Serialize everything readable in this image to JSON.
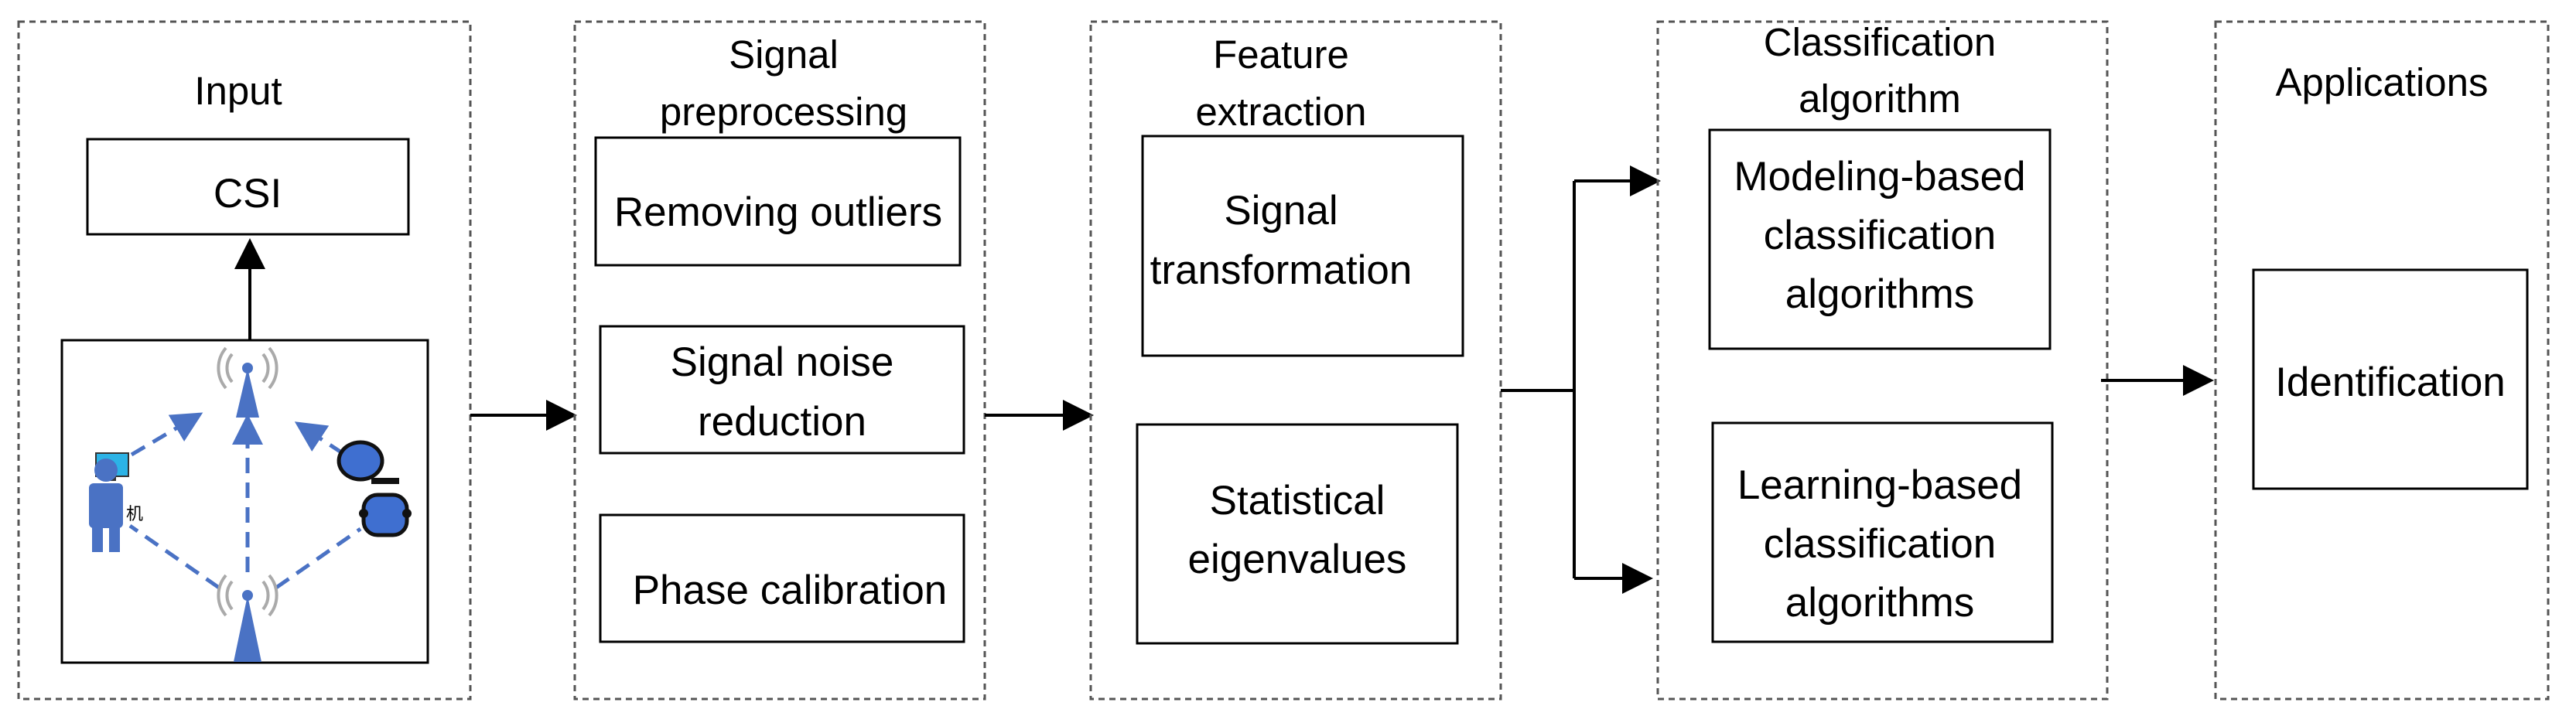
{
  "stages": [
    {
      "title_lines": [
        "Input"
      ],
      "boxes": [
        {
          "lines": [
            "CSI"
          ]
        }
      ]
    },
    {
      "title_lines": [
        "Signal",
        "preprocessing"
      ],
      "boxes": [
        {
          "lines": [
            "Removing outliers"
          ]
        },
        {
          "lines": [
            "Signal noise",
            "reduction"
          ]
        },
        {
          "lines": [
            "Phase calibration"
          ]
        }
      ]
    },
    {
      "title_lines": [
        "Feature",
        "extraction"
      ],
      "boxes": [
        {
          "lines": [
            "Signal",
            "transformation"
          ]
        },
        {
          "lines": [
            "Statistical",
            "eigenvalues"
          ]
        }
      ]
    },
    {
      "title_lines": [
        "Classification",
        "algorithm"
      ],
      "boxes": [
        {
          "lines": [
            "Modeling-based",
            "classification",
            "algorithms"
          ]
        },
        {
          "lines": [
            "Learning-based",
            "classification",
            "algorithms"
          ]
        }
      ]
    },
    {
      "title_lines": [
        "Applications"
      ],
      "boxes": [
        {
          "lines": [
            "Identification"
          ]
        }
      ]
    }
  ],
  "illustration": {
    "icons": [
      "wifi-antenna-icon",
      "person-with-computer-icon",
      "robot-icon"
    ],
    "small_text": "机",
    "accent_color": "#4a72c4"
  }
}
